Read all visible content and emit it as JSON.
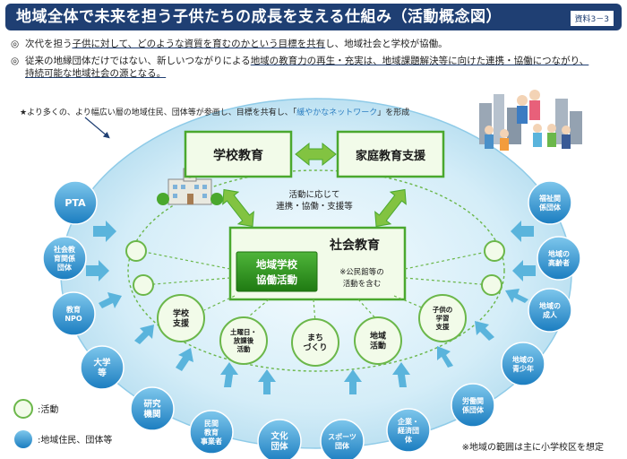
{
  "header": {
    "title": "地域全体で未来を担う子供たちの成長を支える仕組み（活動概念図）",
    "badge": "資料3－3"
  },
  "bullets": [
    {
      "mark": "◎",
      "pre": "次代を担う",
      "u1": "子供に対して、どのような資質を育むのかという目標を共有",
      "post": "し、地域社会と学校が協働。"
    },
    {
      "mark": "◎",
      "line1_pre": "従来の地縁団体だけではない、新しいつながりによる",
      "line1_u": "地域の教育力の再生・充実は、地域課題解決等に向けた連携・協働につながり、",
      "line2_u": "持続可能な地域社会の源となる。"
    }
  ],
  "network_note": {
    "pre": "★より多くの、より幅広い層の地域住民、団体等が参画し、目標を共有し、「",
    "hl": "緩やかなネットワーク",
    "post": "」を形成"
  },
  "center": {
    "school": "学校教育",
    "family": "家庭教育支援",
    "collab": [
      "活動に応じて",
      "連携・協働・支援等"
    ],
    "social": "社会教育",
    "core": [
      "地域学校",
      "協働活動"
    ],
    "note": [
      "※公民館等の",
      "活動を含む"
    ]
  },
  "activities": [
    {
      "lines": [
        "学校",
        "支援"
      ]
    },
    {
      "lines": [
        "土曜日・",
        "放課後",
        "活動"
      ]
    },
    {
      "lines": [
        "まち",
        "づくり"
      ]
    },
    {
      "lines": [
        "地域",
        "活動"
      ]
    },
    {
      "lines": [
        "子供の",
        "学習",
        "支援"
      ]
    }
  ],
  "stakeholders": [
    {
      "lines": [
        "PTA"
      ]
    },
    {
      "lines": [
        "社会教",
        "育関係",
        "団体"
      ]
    },
    {
      "lines": [
        "教育",
        "NPO"
      ]
    },
    {
      "lines": [
        "大学",
        "等"
      ]
    },
    {
      "lines": [
        "研究",
        "機関"
      ]
    },
    {
      "lines": [
        "民間",
        "教育",
        "事業者"
      ]
    },
    {
      "lines": [
        "文化",
        "団体"
      ]
    },
    {
      "lines": [
        "スポーツ",
        "団体"
      ]
    },
    {
      "lines": [
        "企業・",
        "経済団",
        "体"
      ]
    },
    {
      "lines": [
        "労働関",
        "係団体"
      ]
    },
    {
      "lines": [
        "地域の",
        "青少年"
      ]
    },
    {
      "lines": [
        "地域の",
        "成人"
      ]
    },
    {
      "lines": [
        "地域の",
        "高齢者"
      ]
    },
    {
      "lines": [
        "福祉関",
        "係団体"
      ]
    }
  ],
  "legend": {
    "activity": ":活動",
    "resident": ":地域住民、団体等"
  },
  "footnote": "※地域の範囲は主に小学校区を想定",
  "colors": {
    "navy": "#1f3f73",
    "green": "#4aa82e",
    "darkgreen": "#2f8a1a",
    "blue": "#2c7fc2",
    "lightblue": "#d9eef8",
    "arrow": "#5ab4dc",
    "lime": "#82c341"
  }
}
